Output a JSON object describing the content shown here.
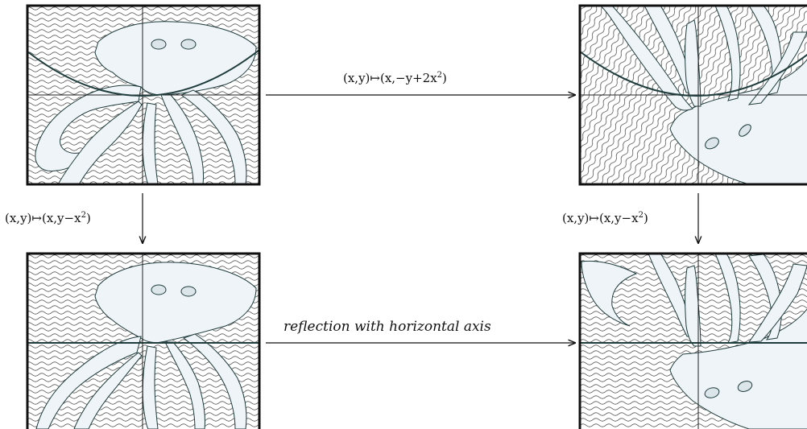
{
  "arrows": {
    "top": {
      "x": "x",
      "y": "y",
      "mapsto": "↦",
      "rhs_pre": "(",
      "rhs_mid": ",−",
      "rhs_mid2": "+2",
      "rhs_sq": "2",
      "rhs_post": ")"
    },
    "left": {
      "text_pre": "(x,y)↦(x,y−x",
      "sq": "2",
      "text_post": ")"
    },
    "right": {
      "text_pre": "(x,y)↦(x,y−x",
      "sq": "2",
      "text_post": ")"
    },
    "bottom": {
      "text": "reflection with horizontal axis"
    }
  },
  "top_label": {
    "text_pre": "(x,y)↦(x,−y+2x",
    "sq": "2",
    "text_post": ")"
  },
  "colors": {
    "fill": "#eef4f8",
    "outline": "#1e3b3b",
    "wave": "#3a3a3a",
    "frame": "#111111",
    "parabola": "#1f3d3d"
  },
  "panels": [
    {
      "name": "panel-original",
      "waves": "horizontal",
      "parabola": "up",
      "octopus": "upright"
    },
    {
      "name": "panel-sheared",
      "waves": "diagonal",
      "parabola": "up",
      "octopus": "flipped-sheared"
    },
    {
      "name": "panel-straightened",
      "waves": "horizontal",
      "parabola": "none",
      "octopus": "upright-sheared"
    },
    {
      "name": "panel-reflected",
      "waves": "horizontal",
      "parabola": "none",
      "octopus": "flipped-straightened"
    }
  ]
}
